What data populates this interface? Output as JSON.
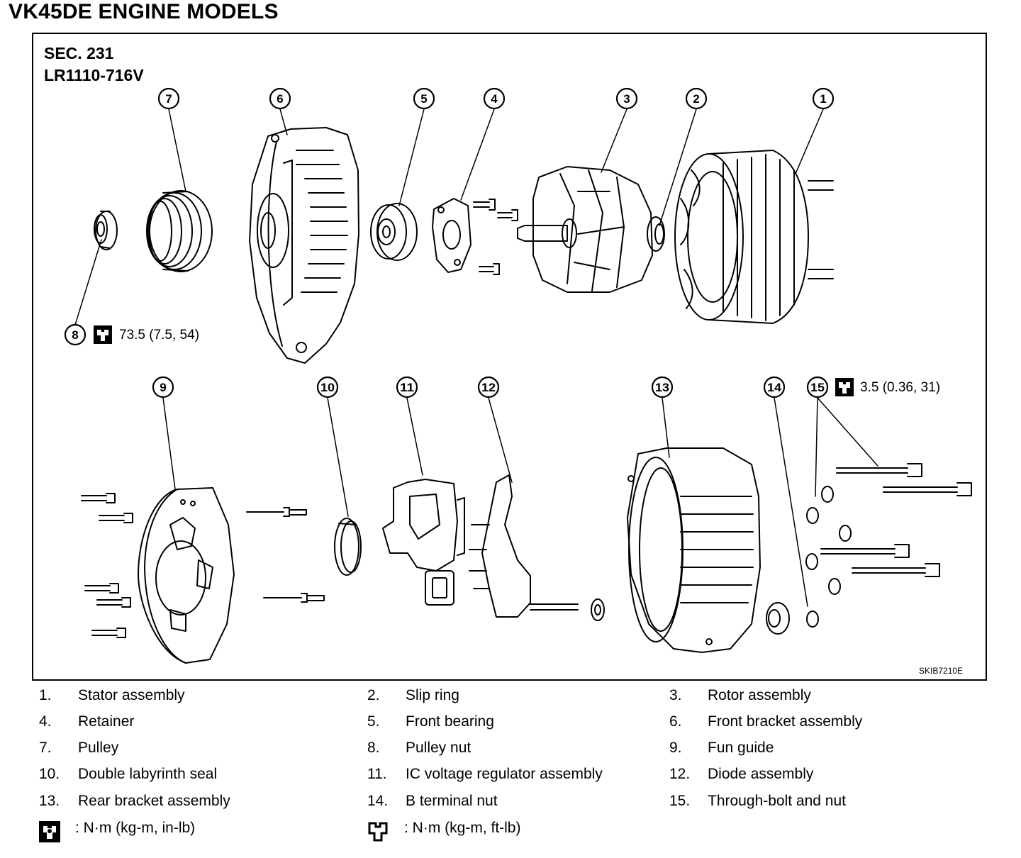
{
  "title": "VK45DE ENGINE MODELS",
  "section": "SEC. 231",
  "model": "LR1110-716V",
  "figure_code": "SKIB7210E",
  "callouts": [
    "1",
    "2",
    "3",
    "4",
    "5",
    "6",
    "7",
    "8",
    "9",
    "10",
    "11",
    "12",
    "13",
    "14",
    "15"
  ],
  "torques": {
    "pulley_nut": "73.5 (7.5, 54)",
    "through_bolt": "3.5 (0.36, 31)"
  },
  "legend": [
    {
      "num": "1.",
      "text": "Stator assembly"
    },
    {
      "num": "2.",
      "text": "Slip ring"
    },
    {
      "num": "3.",
      "text": "Rotor assembly"
    },
    {
      "num": "4.",
      "text": "Retainer"
    },
    {
      "num": "5.",
      "text": "Front bearing"
    },
    {
      "num": "6.",
      "text": "Front bracket assembly"
    },
    {
      "num": "7.",
      "text": "Pulley"
    },
    {
      "num": "8.",
      "text": "Pulley nut"
    },
    {
      "num": "9.",
      "text": "Fun guide"
    },
    {
      "num": "10.",
      "text": "Double labyrinth seal"
    },
    {
      "num": "11.",
      "text": "IC voltage regulator assembly"
    },
    {
      "num": "12.",
      "text": "Diode assembly"
    },
    {
      "num": "13.",
      "text": "Rear bracket assembly"
    },
    {
      "num": "14.",
      "text": "B terminal nut"
    },
    {
      "num": "15.",
      "text": "Through-bolt and nut"
    }
  ],
  "units": {
    "in_lb": ": N·m (kg-m, in-lb)",
    "ft_lb": ": N·m (kg-m, ft-lb)"
  }
}
